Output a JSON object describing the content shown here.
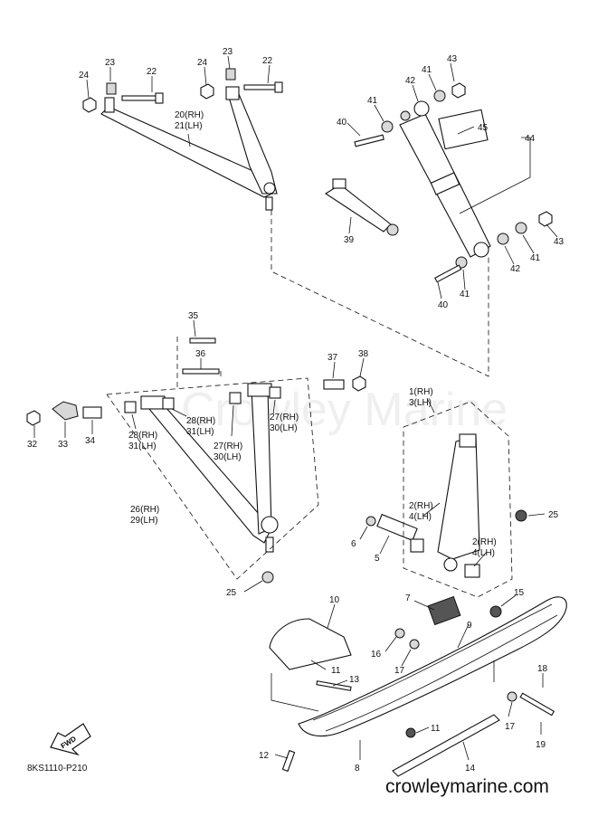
{
  "watermark": "Crowley Marine",
  "footer": "crowleymarine.com",
  "diagram_code": "8KS1110-P210",
  "fwd_label": "FWD",
  "callouts": {
    "c22a": "22",
    "c23a": "23",
    "c24a": "24",
    "c22b": "22",
    "c23b": "23",
    "c24b": "24",
    "c20_21_a": "20(RH)",
    "c20_21_b": "21(LH)",
    "c43a": "43",
    "c41a": "41",
    "c42a": "42",
    "c41b": "41",
    "c40a": "40",
    "c45": "45",
    "c44": "44",
    "c39": "39",
    "c43b": "43",
    "c41c": "41",
    "c42b": "42",
    "c40b": "40",
    "c41d": "41",
    "c35": "35",
    "c36": "36",
    "c37": "37",
    "c38": "38",
    "c32": "32",
    "c33": "33",
    "c34": "34",
    "c28_31_a1": "28(RH)",
    "c28_31_a2": "31(LH)",
    "c28_31_b1": "28(RH)",
    "c28_31_b2": "31(LH)",
    "c27_30_a1": "27(RH)",
    "c27_30_a2": "30(LH)",
    "c27_30_b1": "27(RH)",
    "c27_30_b2": "30(LH)",
    "c1_3_a": "1(RH)",
    "c1_3_b": "3(LH)",
    "c2_4_a1": "2(RH)",
    "c2_4_a2": "4(LH)",
    "c2_4_b1": "2(RH)",
    "c2_4_b2": "4(LH)",
    "c26_29_a": "26(RH)",
    "c26_29_b": "29(LH)",
    "c25a": "25",
    "c25b": "25",
    "c6": "6",
    "c5": "5",
    "c10": "10",
    "c7": "7",
    "c15": "15",
    "c9": "9",
    "c16": "16",
    "c17a": "17",
    "c11a": "11",
    "c13": "13",
    "c18": "18",
    "c17b": "17",
    "c19": "19",
    "c11b": "11",
    "c12": "12",
    "c8": "8",
    "c14": "14"
  }
}
